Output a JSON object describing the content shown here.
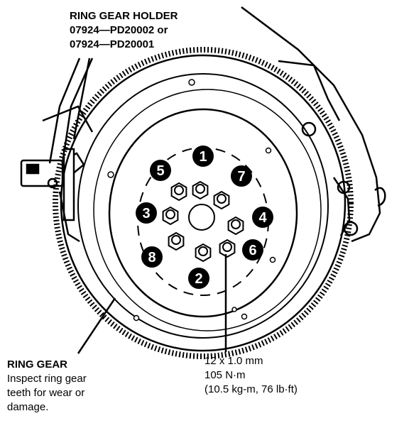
{
  "holder_label": {
    "title": "RING GEAR HOLDER",
    "part_1": "07924—PD20002 or",
    "part_2": "07924—PD20001"
  },
  "ring_gear_label": {
    "title": "RING GEAR",
    "line_1": "Inspect ring gear",
    "line_2": "teeth for wear or",
    "line_3": "damage."
  },
  "bolt_spec": {
    "size": "12 x 1.0 mm",
    "torque_nm": "105 N·m",
    "torque_alt": "(10.5 kg-m, 76 lb·ft)"
  },
  "sequence": [
    "1",
    "2",
    "3",
    "4",
    "5",
    "6",
    "7",
    "8"
  ],
  "colors": {
    "ink": "#000000",
    "paper": "#ffffff"
  }
}
